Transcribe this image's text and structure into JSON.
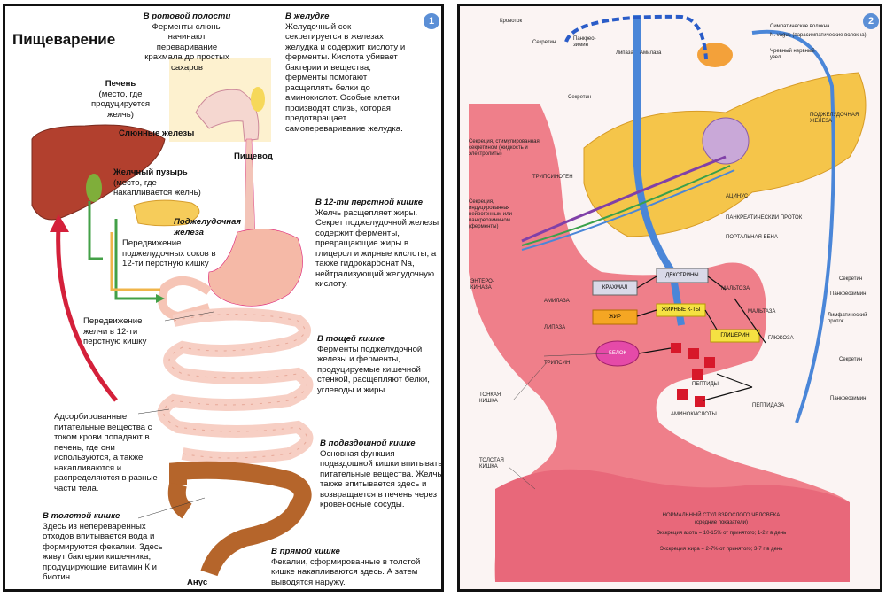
{
  "panel1": {
    "badge": "1",
    "title": "Пищеварение",
    "mouth": {
      "head": "В ротовой полости",
      "text": "Ферменты слюны начинают переваривание крахмала до простых сахаров"
    },
    "stomach": {
      "head": "В желудке",
      "text": "Желудочный сок секретируется в железах желудка и содержит кислоту и ферменты. Кислота убивает бактерии и вещества; ферменты помогают расщеплять белки до аминокислот. Особые клетки производят слизь, которая предотвращает самопереваривание желудка."
    },
    "liver": {
      "head": "Печень",
      "text": "(место, где продуцируется желчь)"
    },
    "salivary": "Слюнные железы",
    "esophagus": "Пищевод",
    "gallbladder": {
      "head": "Желчный пузырь",
      "text": "(место, где накапливается желчь)"
    },
    "pancreas": {
      "head": "Поджелудочная железа"
    },
    "pancreatic_flow": "Передвижение поджелудочных соков в 12-ти перстную кишку",
    "bile_flow": "Передвижение желчи в 12-ти перстную кишку",
    "duodenum": {
      "head": "В 12-ти перстной кишке",
      "text": "Желчь расщепляет жиры. Секрет поджелудочной железы содержит ферменты, превращающие жиры в глицерол и жирные кислоты, а также гидрокарбонат Na, нейтрализующий желудочную кислоту."
    },
    "jejunum": {
      "head": "В тощей кишке",
      "text": "Ферменты поджелудочной железы и ферменты, продуцируемые кишечной стенкой, расщепляют белки, углеводы и жиры."
    },
    "absorbed": "Адсорбированные питательные вещества с током крови попадают в печень, где они используются, а также накапливаются и распределяются в разные части тела.",
    "ileum": {
      "head": "В подвздошной кишке",
      "text": "Основная функция подвздошной кишки впитывать питательные вещества. Желчь также впитывается здесь и возвращается в печень через кровеносные сосуды."
    },
    "colon": {
      "head": "В толстой кишке",
      "text": "Здесь из непереваренных отходов впитывается вода и формируются фекалии. Здесь живут бактерии кишечника, продуцирующие витамин К и биотин"
    },
    "anus": "Анус",
    "rectum": {
      "head": "В прямой кишке",
      "text": "Фекалии, сформированные в толстой кишке накапливаются здесь. А затем выводятся наружу."
    }
  },
  "panel2": {
    "badge": "2",
    "labels": {
      "bloodflow": "Кровоток",
      "secretin_top": "Секретин",
      "pancreozymin_top": "Панкрео-зимин",
      "lipase_top": "Липаза",
      "amylase_top": "Амилаза",
      "secretin_mid": "Секретин",
      "sympathetic": "Симпатические волокна",
      "vagus": "N. vagus (парасимпатические волокна)",
      "celiac": "Чревный нервный узел",
      "pancreas": "ПОДЖЕЛУДОЧНАЯ ЖЕЛЕЗА",
      "secretion_stim": "Секреция, стимулированная секретином (жидкость и электролиты)",
      "trypsinogen": "ТРИПСИНОГЕН",
      "secretion_ind": "Секреция, индуцированная нейрогенным или панкреозимином (ферменты)",
      "acinus": "АЦИНУС",
      "duct": "ПАНКРЕАТИЧЕСКИЙ ПРОТОК",
      "portal": "ПОРТАЛЬНАЯ ВЕНА",
      "enterokinase": "ЭНТЕРО-КИНАЗА",
      "amylase": "АМИЛАЗА",
      "lipase": "ЛИПАЗА",
      "trypsin": "ТРИПСИН",
      "starch": "КРАХМАЛ",
      "dextrins": "ДЕКСТРИНЫ",
      "maltose": "МАЛЬТОЗА",
      "maltase": "МАЛЬТАЗА",
      "fat": "ЖИР",
      "fatty_acids": "ЖИРНЫЕ К-ТЫ",
      "glycerin": "ГЛИЦЕРИН",
      "glucose": "ГЛЮКОЗА",
      "protein": "БЕЛОК",
      "peptides": "ПЕПТИДЫ",
      "peptidase": "ПЕПТИДАЗА",
      "amino": "АМИНОКИСЛОТЫ",
      "small_intestine": "ТОНКАЯ КИШКА",
      "large_intestine": "ТОЛСТАЯ КИШКА",
      "secretin_r1": "Секретин",
      "pancreozymin_r1": "Панкреозимин",
      "lymph": "Лимфатический проток",
      "secretin_r2": "Секретин",
      "pancreozymin_r2": "Панкреозимин",
      "stool_title": "НОРМАЛЬНЫЙ СТУЛ ВЗРОСЛОГО ЧЕЛОВЕКА",
      "stool_sub": "(средние показатели)",
      "stool_n": "Экскреция азота = 10-15% от принятого; 1-2 г в день",
      "stool_f": "Экскреция жира = 2-7% от принятого; 3-7 г в день"
    }
  }
}
